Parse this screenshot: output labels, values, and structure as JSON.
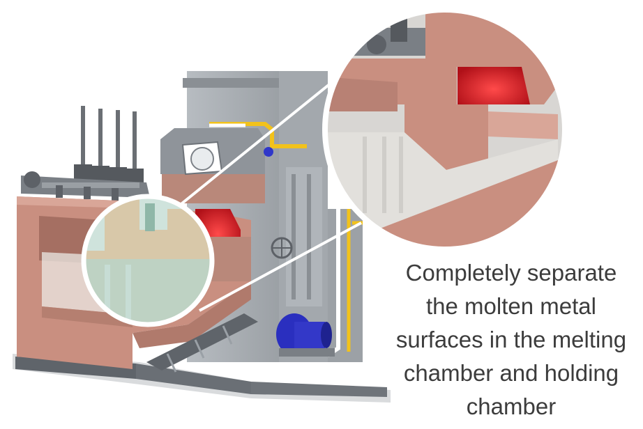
{
  "caption": {
    "lines": [
      "Completely separate",
      "the molten metal",
      "surfaces in the melting",
      "chamber and holding",
      "chamber"
    ]
  },
  "colors": {
    "refractory": "#c98f80",
    "refractory_dark": "#a56f62",
    "steel": "#9ea3a8",
    "steel_dark": "#6e7379",
    "glass": "#cfe3dc",
    "flame": "#e0242a",
    "motor": "#2a2fbf",
    "gas_pipe": "#f2c21b",
    "magnifier_ring": "#ffffff"
  }
}
